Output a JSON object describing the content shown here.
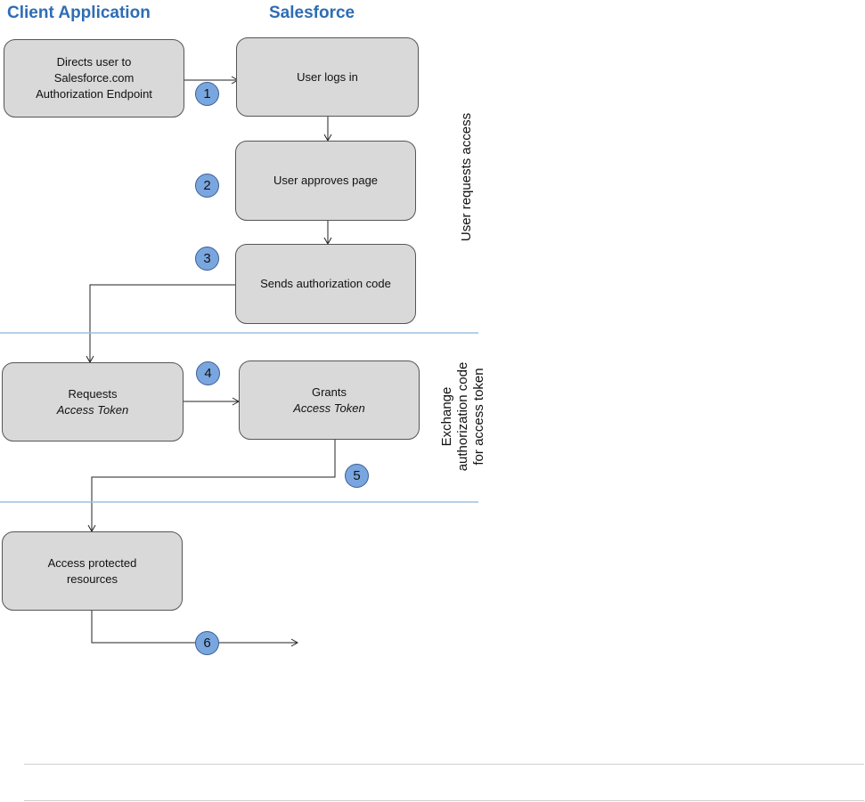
{
  "headers": {
    "client": "Client Application",
    "salesforce": "Salesforce"
  },
  "boxes": {
    "directs": [
      "Directs user to",
      "Salesforce.com",
      "Authorization Endpoint"
    ],
    "logs_in": "User logs in",
    "approves": "User approves page",
    "sends_code": "Sends authorization code",
    "requests": {
      "line1": "Requests",
      "line2": "Access Token"
    },
    "grants": {
      "line1": "Grants",
      "line2": "Access Token"
    },
    "access": [
      "Access protected",
      "resources"
    ]
  },
  "steps": [
    "1",
    "2",
    "3",
    "4",
    "5",
    "6"
  ],
  "phases": {
    "user_requests": "User requests access",
    "exchange": [
      "Exchange",
      "authorization code",
      "for access token"
    ]
  },
  "colors": {
    "header": "#2e6db4",
    "box_fill": "#d9d9d9",
    "step_circle": "#7aa6e0",
    "divider": "#9fbfdd"
  }
}
